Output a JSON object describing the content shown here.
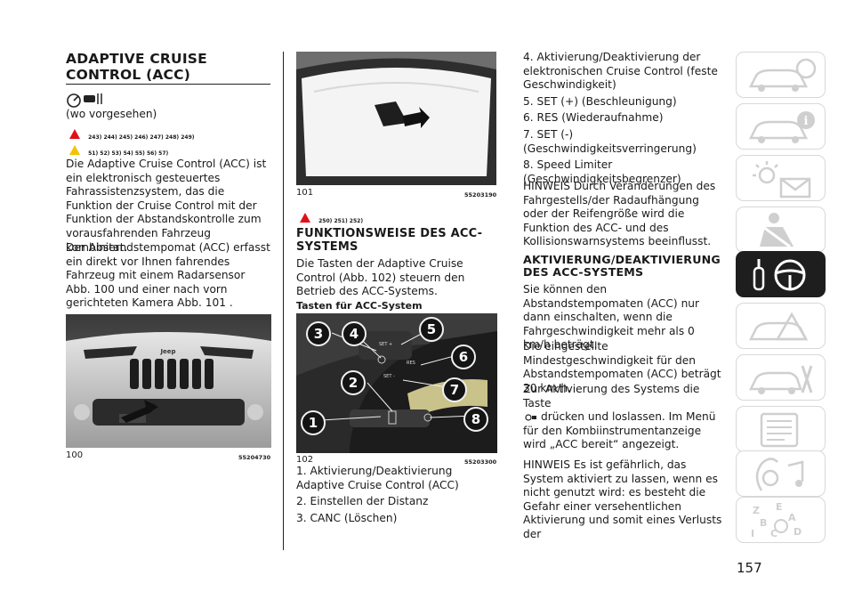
{
  "left": {
    "title_line1": "ADAPTIVE CRUISE",
    "title_line2": "CONTROL (ACC)",
    "optional": "(wo vorgesehen)",
    "warn_refs": "243) 244) 245) 246) 247) 248) 249)",
    "caution_refs": "51) 52) 53) 54) 55) 56) 57)",
    "para1": "Die Adaptive Cruise Control (ACC) ist ein elektronisch gesteuertes Fahrassistenzsystem, das die Funktion der Cruise Control mit der Funktion der Abstandskontrolle zum vorausfahrenden Fahrzeug kombiniert.",
    "para2": "Der Abstandstempomat (ACC) erfasst ein direkt vor Ihnen fahrendes Fahrzeug mit einem Radarsensor Abb. 100 und einer nach vorn gerichteten Kamera Abb. 101 .",
    "fig_num": "100",
    "fig_code": "55204730"
  },
  "middle": {
    "fig_num": "101",
    "fig_code": "55203190",
    "warn_refs": "250) 251) 252)",
    "heading_line1": "FUNKTIONSWEISE DES ACC-",
    "heading_line2": "SYSTEMS",
    "para": "Die Tasten der Adaptive Cruise Control (Abb. 102) steuern den Betrieb des ACC-Systems.",
    "subheading": "Tasten für ACC-System",
    "fig2_num": "102",
    "fig2_code": "55203300",
    "badges": [
      "1",
      "2",
      "3",
      "4",
      "5",
      "6",
      "7",
      "8"
    ],
    "list": [
      "1. Aktivierung/Deaktivierung Adaptive Cruise Control (ACC)",
      "2. Einstellen der Distanz",
      "3. CANC (Löschen)"
    ]
  },
  "right": {
    "list": [
      "4. Aktivierung/Deaktivierung der elektronischen Cruise Control (feste Geschwindigkeit)",
      "5. SET (+) (Beschleunigung)",
      "6. RES (Wiederaufnahme)",
      "7. SET (-) (Geschwindigkeitsverringerung)",
      "8. Speed Limiter (Geschwindigkeitsbegrenzer)"
    ],
    "hinweis1": "HINWEIS Durch Veränderungen des Fahrgestells/der Radaufhängung oder der Reifengröße wird die Funktion des ACC- und des Kollisionswarnsystems beeinflusst.",
    "heading_line1": "AKTIVIERUNG/DEAKTIVIERUNG",
    "heading_line2": "DES ACC-SYSTEMS",
    "para1": "Sie können den Abstandstempomaten (ACC) nur dann einschalten, wenn die Fahrgeschwindigkeit mehr als 0 km/h beträgt.",
    "para2": "Die eingestellte Mindestgeschwindigkeit für den Abstandstempomaten (ACC) beträgt 30 km/h.",
    "para3a": "Zur Aktivierung des Systems die Taste",
    "para3b": "drücken und loslassen. Im Menü für den Kombiinstrumentanzeige wird „ACC bereit“ angezeigt.",
    "hinweis2": "HINWEIS Es ist gefährlich, das System aktiviert zu lassen, wenn es nicht genutzt wird: es besteht die Gefahr einer versehentlichen Aktivierung und somit eines Verlusts der"
  },
  "page_number": "157",
  "sidebar_tabs": [
    "dashboard-icon",
    "car-info-icon",
    "warning-lights-icon",
    "safety-icon",
    "driving-icon",
    "emergency-icon",
    "maintenance-icon",
    "technical-data-icon",
    "multimedia-icon",
    "index-icon"
  ],
  "colors": {
    "warning_red": "#e0101a",
    "caution_yellow": "#f2c300",
    "tab_active": "#1e1e1e"
  }
}
